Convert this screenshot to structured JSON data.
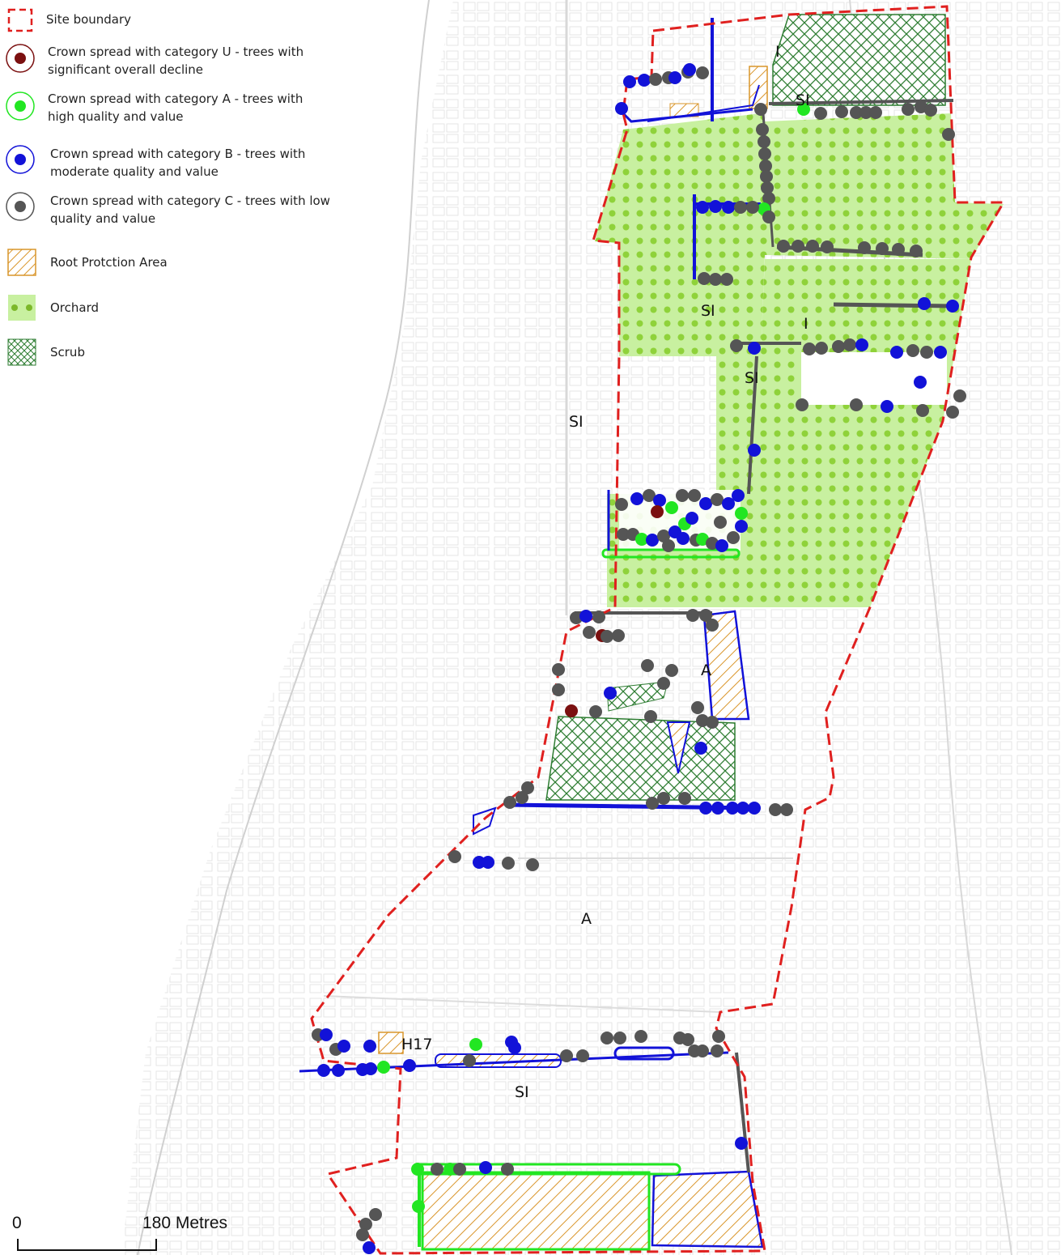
{
  "legend": {
    "site_boundary": "Site boundary",
    "cat_u": "Crown spread with category U - trees with\nsignificant overall decline",
    "cat_a": "Crown spread with category A - trees with\nhigh quality and value",
    "cat_b": "Crown spread with category B - trees with\nmoderate quality and value",
    "cat_c": "Crown spread with category C - trees with low\nquality and value",
    "rpa": "Root Protction Area",
    "orchard": "Orchard",
    "scrub": "Scrub"
  },
  "colors": {
    "boundary": "#e0201f",
    "cat_u": "#7b1010",
    "cat_a": "#22e622",
    "cat_b": "#1212d8",
    "cat_c": "#555555",
    "rpa": "#d9952a",
    "orchard_fill": "#c8f0a0",
    "orchard_dot": "#8fd23a",
    "scrub": "#2e7d32"
  },
  "map_labels": {
    "i_top": "I",
    "si_top": "SI",
    "si_orchard": "SI",
    "i_right": "I",
    "si_mid": "SI",
    "si_west": "SI",
    "a_mid": "A",
    "a_field": "A",
    "h17": "H17",
    "si_south": "SI"
  },
  "scale": {
    "zero": "0",
    "distance": "180 Metres"
  }
}
